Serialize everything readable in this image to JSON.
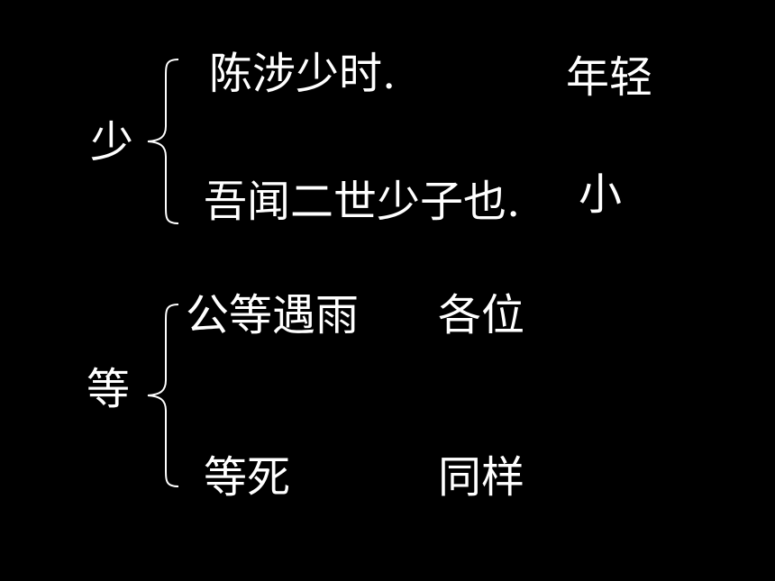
{
  "colors": {
    "background": "#000000",
    "text": "#ffffff"
  },
  "groups": [
    {
      "head": "少",
      "items": [
        {
          "example": "陈涉少时.",
          "meaning": "年轻"
        },
        {
          "example": "吾闻二世少子也.",
          "meaning": "小"
        }
      ]
    },
    {
      "head": "等",
      "items": [
        {
          "example": "公等遇雨",
          "meaning": "各位"
        },
        {
          "example": "等死",
          "meaning": "同样"
        }
      ]
    }
  ]
}
